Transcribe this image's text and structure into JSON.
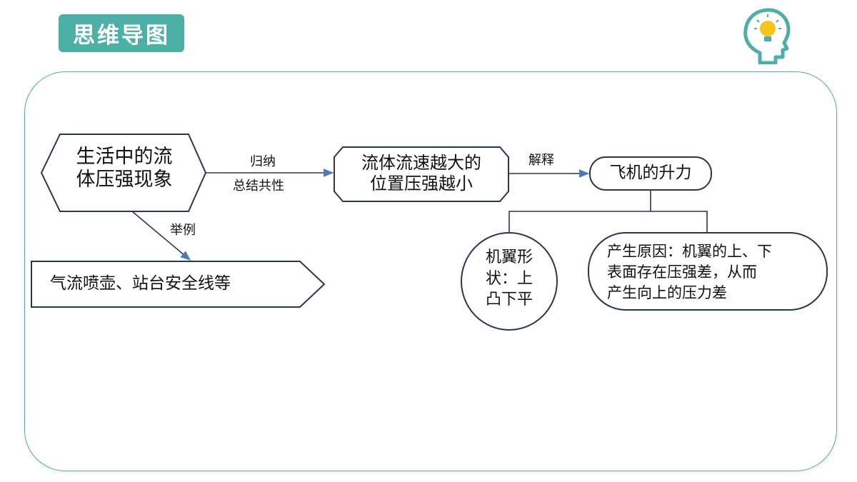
{
  "header": {
    "title": "思维导图",
    "icon": "head-lightbulb-icon",
    "accent_color": "#4db0a6"
  },
  "mindmap": {
    "root": {
      "text_line1": "生活中的流",
      "text_line2": "体压强现象"
    },
    "principle": {
      "text_line1": "流体流速越大的",
      "text_line2": "位置压强越小"
    },
    "application": {
      "text": "飞机的升力"
    },
    "example": {
      "text": "气流喷壶、站台安全线等"
    },
    "wing_shape": {
      "line1": "机翼形",
      "line2": "状：上",
      "line3": "凸下平"
    },
    "cause": {
      "line1": "产生原因：机翼的上、下",
      "line2": "表面存在压强差，从而",
      "line3": "产生向上的压力差"
    },
    "edges": {
      "induce_line1": "归纳",
      "induce_line2": "总结共性",
      "explain": "解释",
      "example_label": "举例"
    }
  }
}
